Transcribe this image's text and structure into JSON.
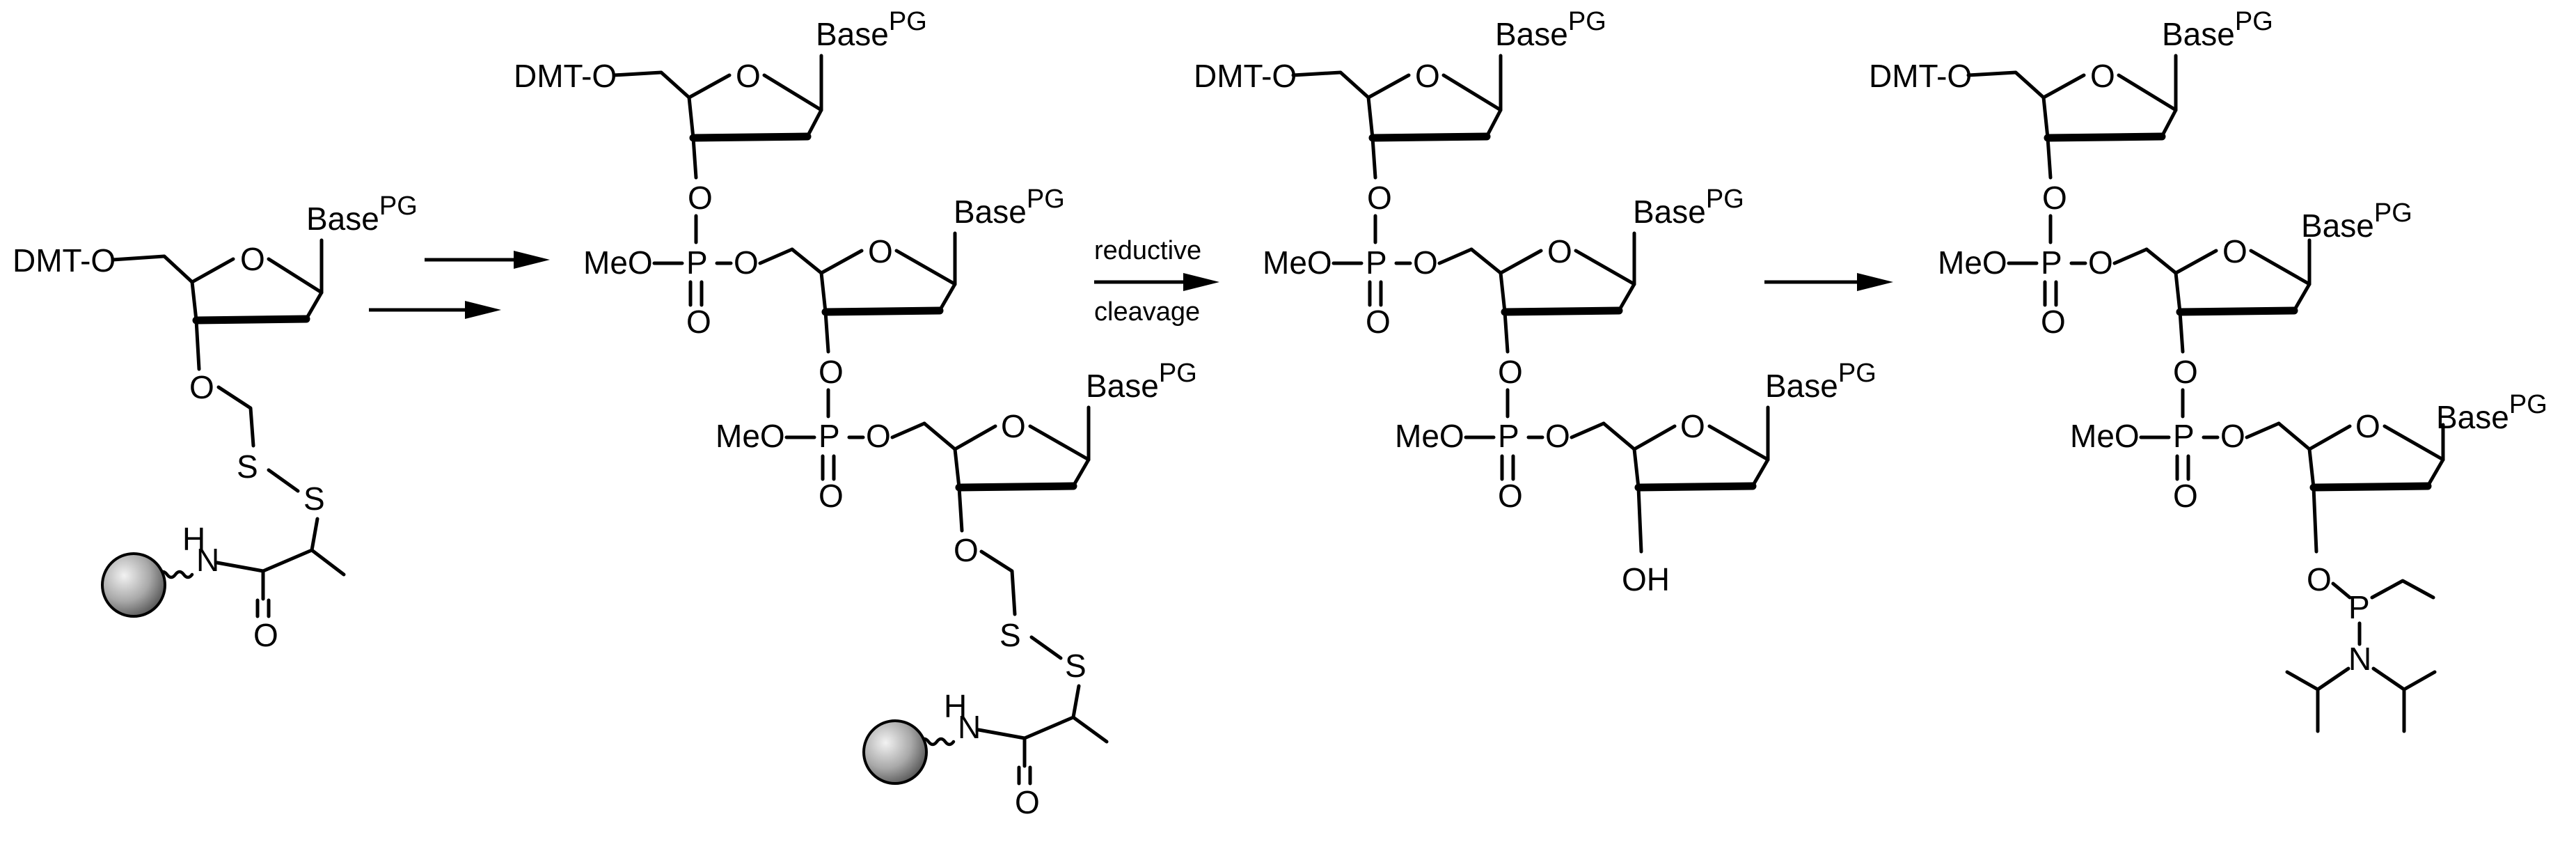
{
  "scheme": {
    "dmt_o": "DMT-O",
    "base": "Base",
    "base_superscript": "PG",
    "ring_o": "O",
    "ester_o": "O",
    "meo": "MeO",
    "p": "P",
    "s": "S",
    "nh": "H",
    "n": "N",
    "oh": "OH",
    "reagent_line1": "reductive",
    "reagent_line2": "cleavage"
  },
  "colors": {
    "ink": "#000000",
    "bead_highlight": "#f2f2f2",
    "bead_shadow": "#4a4a4a"
  }
}
